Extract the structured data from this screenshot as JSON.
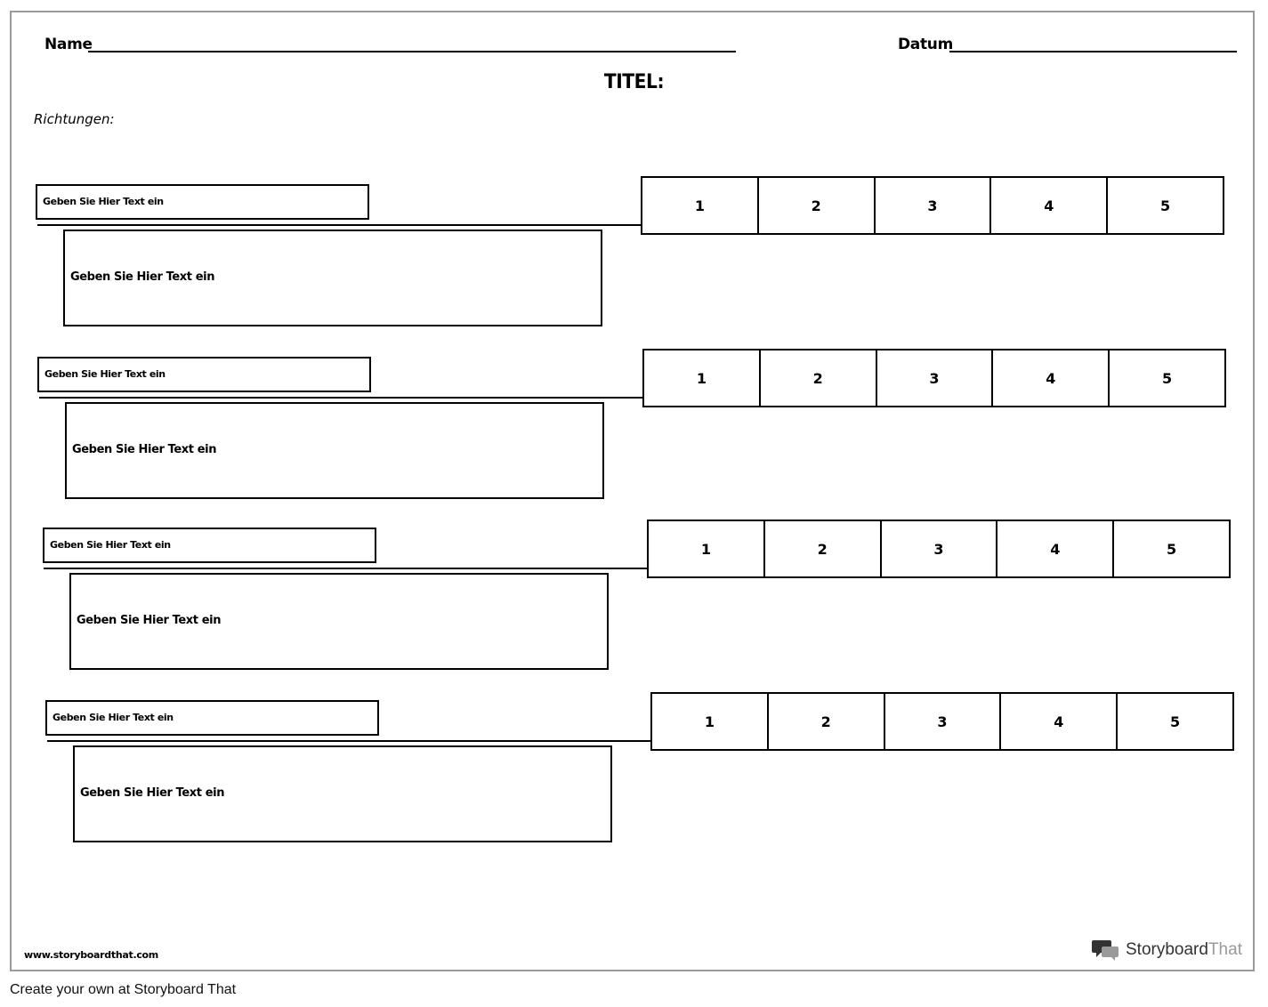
{
  "header": {
    "name_label": "Name",
    "date_label": "Datum",
    "title": "TITEL:",
    "directions": "Richtungen:"
  },
  "rows": [
    {
      "label": "Geben Sie Hier Text ein",
      "text": "Geben Sie Hier Text ein",
      "scale": [
        "1",
        "2",
        "3",
        "4",
        "5"
      ]
    },
    {
      "label": "Geben Sie Hier Text ein",
      "text": "Geben Sie Hier Text ein",
      "scale": [
        "1",
        "2",
        "3",
        "4",
        "5"
      ]
    },
    {
      "label": "Geben Sie Hier Text ein",
      "text": "Geben Sie Hier Text ein",
      "scale": [
        "1",
        "2",
        "3",
        "4",
        "5"
      ]
    },
    {
      "label": "Geben Sie Hier Text ein",
      "text": "Geben Sie Hier Text ein",
      "scale": [
        "1",
        "2",
        "3",
        "4",
        "5"
      ]
    }
  ],
  "footer": {
    "website": "www.storyboardthat.com",
    "brand_story": "Storyboard",
    "brand_that": "That",
    "cta": "Create your own at Storyboard That",
    "brand_icon": "speech-bubbles-icon",
    "brand_color": "#333333",
    "brand_accent": "#9a9a9a"
  }
}
